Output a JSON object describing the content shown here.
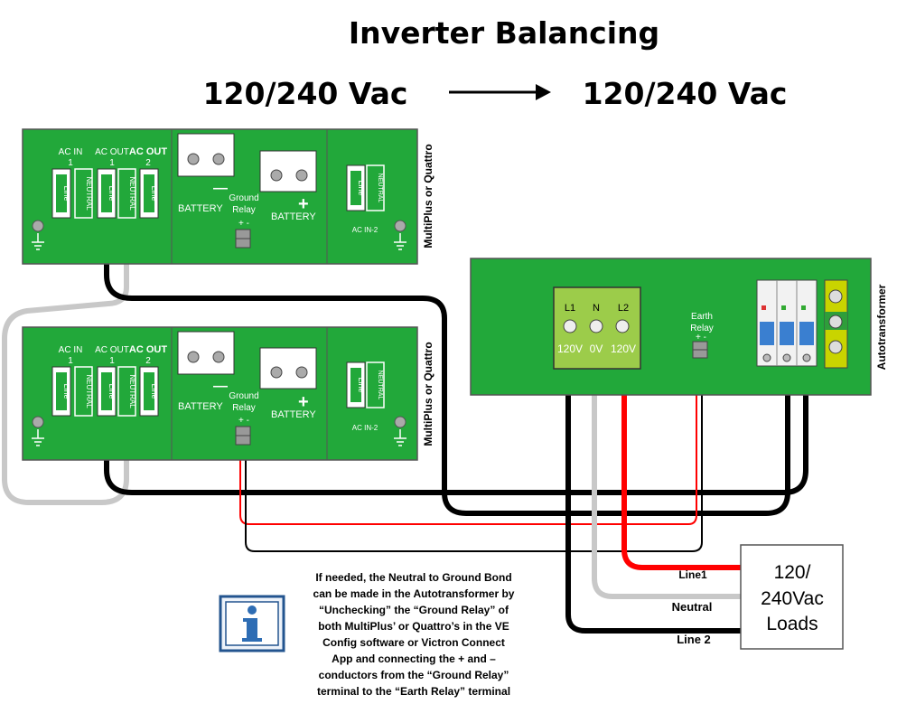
{
  "title": "Inverter Balancing",
  "header": {
    "left": "120/240 Vac",
    "right": "120/240 Vac"
  },
  "unit_labels": {
    "ac_in": "AC IN",
    "ac_out": "AC OUT",
    "ac_out_bold": "AC OUT",
    "num_1": "1",
    "num_2": "2",
    "line": "Line",
    "neutral": "NEUTRAL",
    "battery": "BATTERY",
    "minus": "—",
    "plus": "+",
    "ground": "Ground",
    "relay": "Relay",
    "pm": "+  -",
    "ac_in2": "AC IN-2"
  },
  "units": [
    {
      "side_label": "MultiPlus or Quattro"
    },
    {
      "side_label": "MultiPlus or Quattro"
    }
  ],
  "auto": {
    "side_label": "Autotransformer",
    "terminals": [
      {
        "top": "L1",
        "bottom": "120V"
      },
      {
        "top": "N",
        "bottom": "0V"
      },
      {
        "top": "L2",
        "bottom": "120V"
      }
    ],
    "earth": "Earth",
    "relay": "Relay",
    "pm": "+  -"
  },
  "wires": {
    "line1": "Line1",
    "neutral": "Neutral",
    "line2": "Line 2"
  },
  "loads": [
    "120/",
    "240Vac",
    "Loads"
  ],
  "note": [
    "If needed, the Neutral to Ground Bond",
    "can be made in the Autotransformer by",
    "“Unchecking” the “Ground Relay” of",
    "both MultiPlus’ or Quattro’s in the VE",
    "Config software or Victron Connect",
    "App and connecting the + and –",
    "conductors  from the “Ground Relay”",
    "terminal to the “Earth Relay” terminal"
  ],
  "colors": {
    "board": "#22a83a",
    "board_edge": "#555555",
    "terminal_block": "#9ccc4a",
    "wire_black": "#000000",
    "wire_gray": "#c8c8c8",
    "wire_red": "#ff0000",
    "info_icon": "#2e6db4"
  }
}
